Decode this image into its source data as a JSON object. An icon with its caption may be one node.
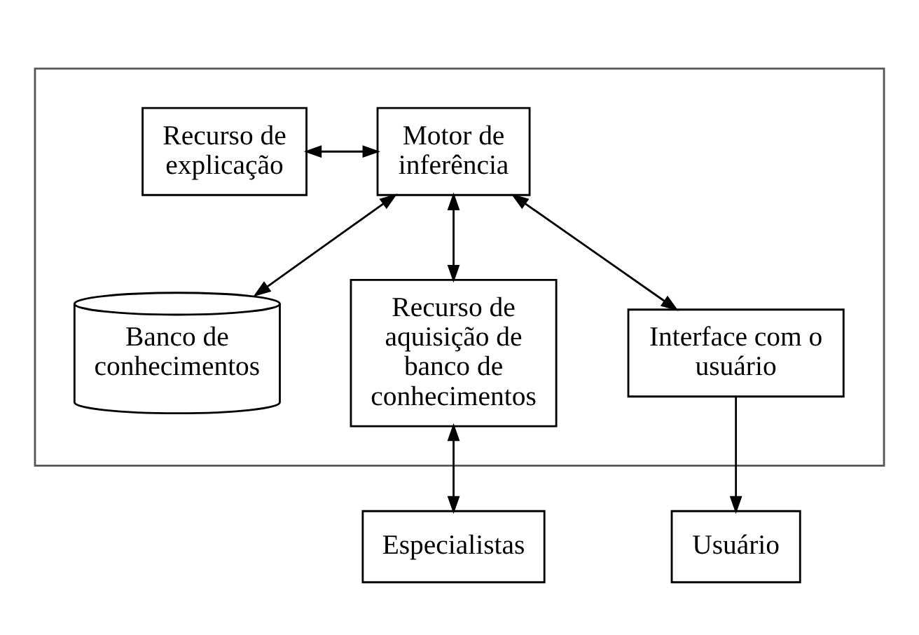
{
  "diagram": {
    "nodes": [
      {
        "text": [],
        "shape": "box"
      },
      {
        "text": [
          "Recurso de explicação"
        ],
        "in": 0
      },
      {
        "text": [
          "Motor de inferência"
        ],
        "in": 0
      },
      {
        "text": [
          "Banco de conhecimentos"
        ],
        "in": 0
      },
      {
        "text": [
          "Recurso de aquisição de banco de conhecimentos"
        ],
        "in": 0
      },
      {
        "text": [
          "Interface com o usuário"
        ],
        "in": 0
      },
      {
        "text": [
          "Especialistas"
        ]
      },
      {
        "text": [
          "Usuário"
        ]
      }
    ],
    "edges": [
      {
        "from": 1,
        "to": 2,
        "arrow": "both"
      },
      {
        "from": 2,
        "to": 3,
        "arrow": "both"
      },
      {
        "from": 2,
        "to": 4,
        "arrow": "both"
      },
      {
        "from": 2,
        "to": 5,
        "arrow": "both"
      },
      {
        "from": 4,
        "to": 6,
        "arrow": "both"
      },
      {
        "from": 5,
        "to": 7,
        "arrow": "to"
      }
    ]
  }
}
